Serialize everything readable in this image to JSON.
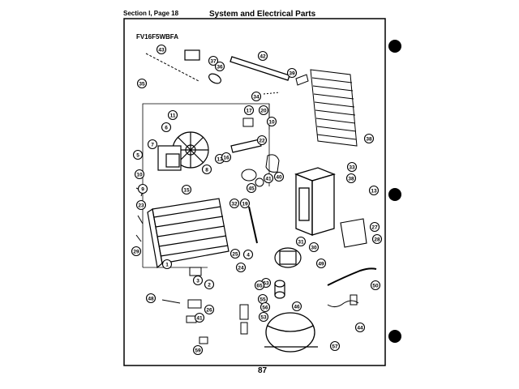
{
  "header": {
    "section": "Section I, Page 18",
    "title": "System and Electrical Parts"
  },
  "model": "FV16F5WBFA",
  "page_number": "87",
  "callouts": [
    "43",
    "37",
    "35",
    "42",
    "39",
    "36",
    "34",
    "38",
    "11",
    "17",
    "20",
    "6",
    "10",
    "7",
    "13",
    "16",
    "22",
    "8",
    "5",
    "10",
    "9",
    "40",
    "41",
    "45",
    "33",
    "38",
    "15",
    "32",
    "19",
    "13",
    "23",
    "27",
    "28",
    "1",
    "25",
    "31",
    "30",
    "49",
    "24",
    "4",
    "29",
    "3",
    "2",
    "53",
    "65",
    "48",
    "55",
    "56",
    "53",
    "26",
    "50",
    "46",
    "41",
    "44",
    "57",
    "59"
  ]
}
